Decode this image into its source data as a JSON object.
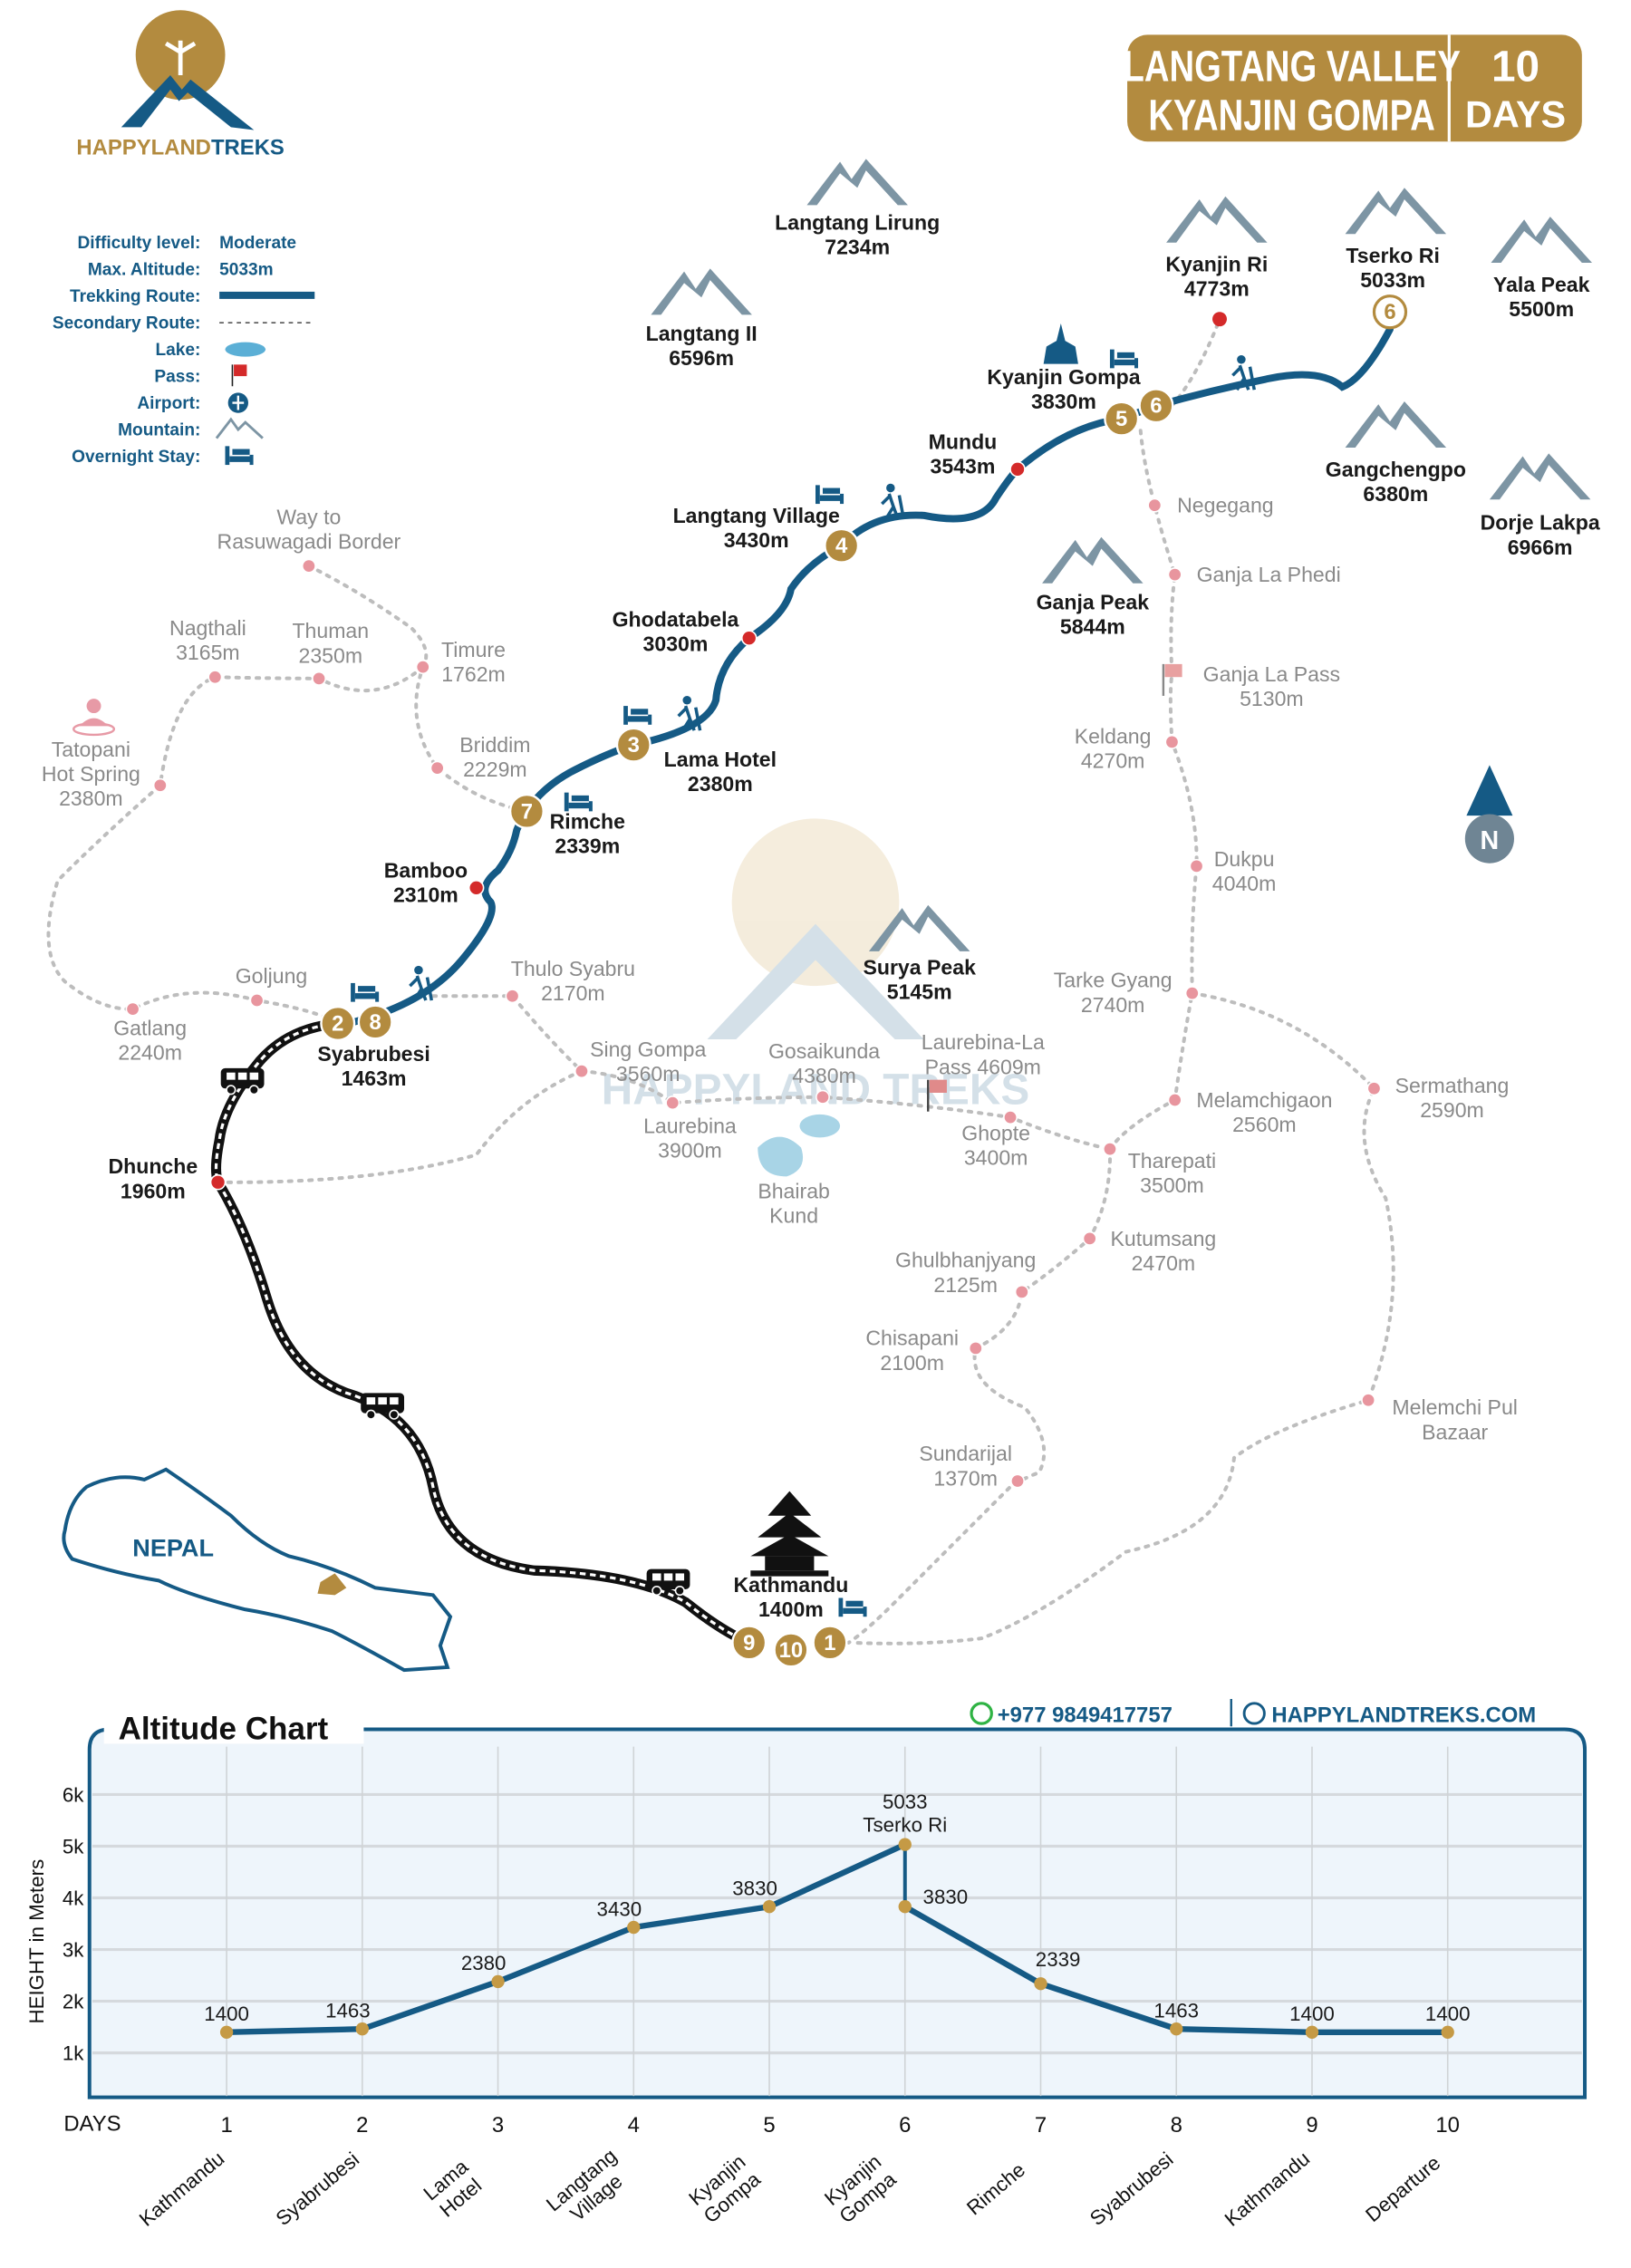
{
  "brand": {
    "name_part1": "HAPPYLAND",
    "name_part2": "TREKS",
    "gold": "#b38b3f",
    "blue": "#155a85"
  },
  "title": {
    "line1": "LANGTANG VALLEY",
    "line2": "KYANJIN GOMPA",
    "days_num": "10",
    "days_label": "DAYS"
  },
  "legend": [
    {
      "key": "Difficulty level:",
      "value": "Moderate"
    },
    {
      "key": "Max. Altitude:",
      "value": "5033m"
    },
    {
      "key": "Trekking Route:",
      "icon": "solid-line"
    },
    {
      "key": "Secondary Route:",
      "icon": "dotted-line"
    },
    {
      "key": "Lake:",
      "icon": "lake-icon"
    },
    {
      "key": "Pass:",
      "icon": "flag-icon"
    },
    {
      "key": "Airport:",
      "icon": "airport-icon"
    },
    {
      "key": "Mountain:",
      "icon": "mountain-icon"
    },
    {
      "key": "Overnight Stay:",
      "icon": "bed-icon"
    }
  ],
  "mountains": [
    {
      "name": "Langtang Lirung",
      "alt": "7234m"
    },
    {
      "name": "Langtang II",
      "alt": "6596m"
    },
    {
      "name": "Kyanjin Ri",
      "alt": "4773m"
    },
    {
      "name": "Tserko Ri",
      "alt": "5033m"
    },
    {
      "name": "Yala Peak",
      "alt": "5500m"
    },
    {
      "name": "Gangchengpo",
      "alt": "6380m"
    },
    {
      "name": "Dorje Lakpa",
      "alt": "6966m"
    },
    {
      "name": "Ganja Peak",
      "alt": "5844m"
    },
    {
      "name": "Surya Peak",
      "alt": "5145m"
    }
  ],
  "stops": [
    {
      "name": "Kyanjin Gompa",
      "alt": "3830m"
    },
    {
      "name": "Mundu",
      "alt": "3543m"
    },
    {
      "name": "Langtang Village",
      "alt": "3430m"
    },
    {
      "name": "Ghodatabela",
      "alt": "3030m"
    },
    {
      "name": "Lama Hotel",
      "alt": "2380m"
    },
    {
      "name": "Rimche",
      "alt": "2339m"
    },
    {
      "name": "Bamboo",
      "alt": "2310m"
    },
    {
      "name": "Syabrubesi",
      "alt": "1463m"
    },
    {
      "name": "Dhunche",
      "alt": "1960m"
    },
    {
      "name": "Kathmandu",
      "alt": "1400m"
    }
  ],
  "secondary_places": [
    {
      "name": "Way to",
      "alt": "Rasuwagadi Border"
    },
    {
      "name": "Nagthali",
      "alt": "3165m"
    },
    {
      "name": "Thuman",
      "alt": "2350m"
    },
    {
      "name": "Timure",
      "alt": "1762m"
    },
    {
      "name": "Briddim",
      "alt": "2229m"
    },
    {
      "name": "Tatopani",
      "alt": "Hot Spring",
      "alt2": "2380m"
    },
    {
      "name": "Gatlang",
      "alt": "2240m"
    },
    {
      "name": "Goljung",
      "alt": ""
    },
    {
      "name": "Thulo Syabru",
      "alt": "2170m"
    },
    {
      "name": "Sing Gompa",
      "alt": "3560m"
    },
    {
      "name": "Laurebina",
      "alt": "3900m"
    },
    {
      "name": "Gosaikunda",
      "alt": "4380m"
    },
    {
      "name": "Laurebina-La",
      "alt": "Pass 4609m"
    },
    {
      "name": "Bhairab",
      "alt": "Kund"
    },
    {
      "name": "Ghopte",
      "alt": "3400m"
    },
    {
      "name": "Tharepati",
      "alt": "3500m"
    },
    {
      "name": "Melamchigaon",
      "alt": "2560m"
    },
    {
      "name": "Sermathang",
      "alt": "2590m"
    },
    {
      "name": "Kutumsang",
      "alt": "2470m"
    },
    {
      "name": "Ghulbhanjyang",
      "alt": "2125m"
    },
    {
      "name": "Chisapani",
      "alt": "2100m"
    },
    {
      "name": "Sundarijal",
      "alt": "1370m"
    },
    {
      "name": "Melemchi Pul",
      "alt": "Bazaar"
    },
    {
      "name": "Negegang",
      "alt": ""
    },
    {
      "name": "Ganja La Phedi",
      "alt": ""
    },
    {
      "name": "Ganja La Pass",
      "alt": "5130m"
    },
    {
      "name": "Keldang",
      "alt": "4270m"
    },
    {
      "name": "Dukpu",
      "alt": "4040m"
    },
    {
      "name": "Tarke Gyang",
      "alt": "2740m"
    }
  ],
  "day_badges": [
    "1",
    "2",
    "3",
    "4",
    "5",
    "6",
    "7",
    "8",
    "9",
    "10"
  ],
  "inset": {
    "country": "NEPAL"
  },
  "north": "N",
  "watermark": "HAPPYLAND TREKS",
  "contact": {
    "phone": "+977 9849417757",
    "website": "HAPPYLANDTREKS.COM"
  },
  "chart_data": {
    "type": "line",
    "title": "Altitude Chart",
    "xlabel": "DAYS",
    "ylabel": "HEIGHT in Meters",
    "x": [
      1,
      2,
      3,
      4,
      5,
      6,
      6,
      7,
      8,
      9,
      10
    ],
    "values": [
      1400,
      1463,
      2380,
      3430,
      3830,
      5033,
      3830,
      2339,
      1463,
      1400,
      1400
    ],
    "point_labels": [
      "1400",
      "1463",
      "2380",
      "3430",
      "3830",
      "5033",
      "3830",
      "2339",
      "1463",
      "1400",
      "1400"
    ],
    "peak_annotation": "Tserko Ri",
    "categories": [
      "Kathmandu",
      "Syabrubesi",
      "Lama Hotel",
      "Langtang Village",
      "Kyanjin Gompa",
      "Kyanjin Gompa",
      "Rimche",
      "Syabrubesi",
      "Kathmandu",
      "Departure"
    ],
    "day_ticks": [
      "1",
      "2",
      "3",
      "4",
      "5",
      "6",
      "7",
      "8",
      "9",
      "10"
    ],
    "y_ticks": [
      "1k",
      "2k",
      "3k",
      "4k",
      "5k",
      "6k"
    ],
    "ylim": [
      0,
      7000
    ],
    "grid": true,
    "line_color": "#155a85",
    "point_color": "#c59a45"
  }
}
